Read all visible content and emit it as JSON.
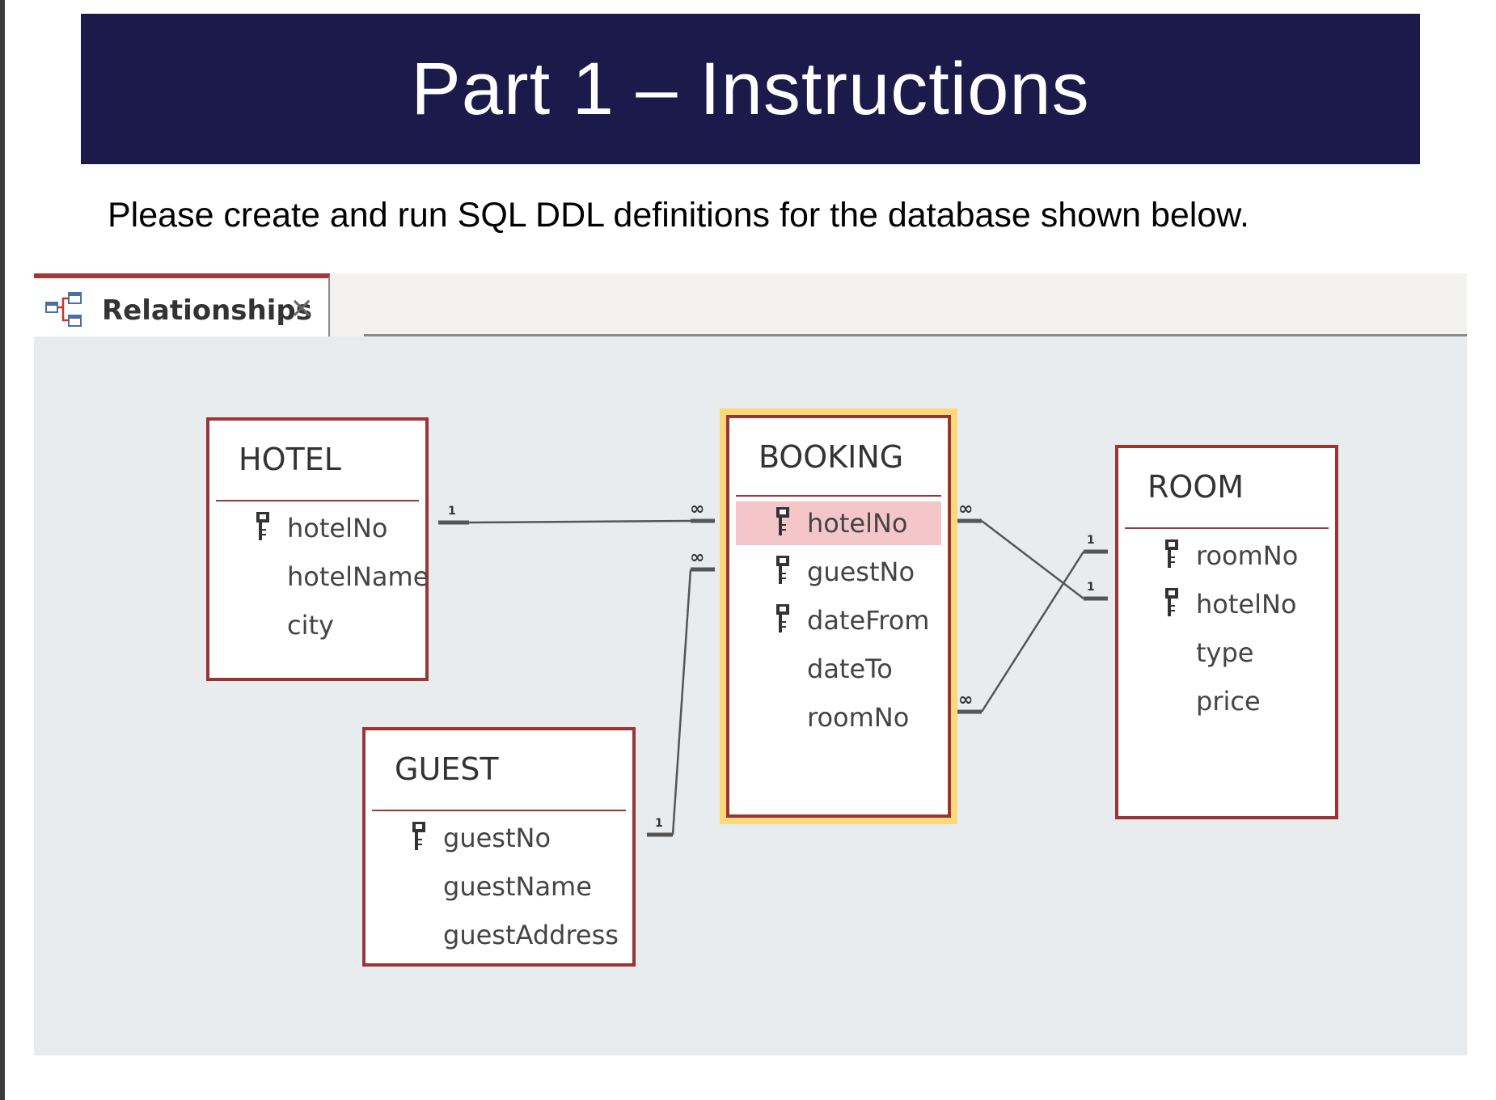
{
  "slide": {
    "title": "Part 1 – Instructions",
    "instruction": "Please create and run SQL DDL definitions for the database shown below."
  },
  "tab": {
    "label": "Relationships",
    "close": "×"
  },
  "tables": {
    "hotel": {
      "title": "HOTEL",
      "fields": [
        "hotelNo",
        "hotelName",
        "city"
      ]
    },
    "booking": {
      "title": "BOOKING",
      "fields": [
        "hotelNo",
        "guestNo",
        "dateFrom",
        "dateTo",
        "roomNo"
      ]
    },
    "room": {
      "title": "ROOM",
      "fields": [
        "roomNo",
        "hotelNo",
        "type",
        "price"
      ]
    },
    "guest": {
      "title": "GUEST",
      "fields": [
        "guestNo",
        "guestName",
        "guestAddress"
      ]
    }
  },
  "cardinality": {
    "one": "1",
    "many": "∞"
  },
  "colors": {
    "banner": "#1c1a4a",
    "table_border": "#9b3535",
    "selected_frame": "#fbd97a",
    "highlight_row": "#f4c6ca",
    "canvas": "#e9ecef"
  }
}
